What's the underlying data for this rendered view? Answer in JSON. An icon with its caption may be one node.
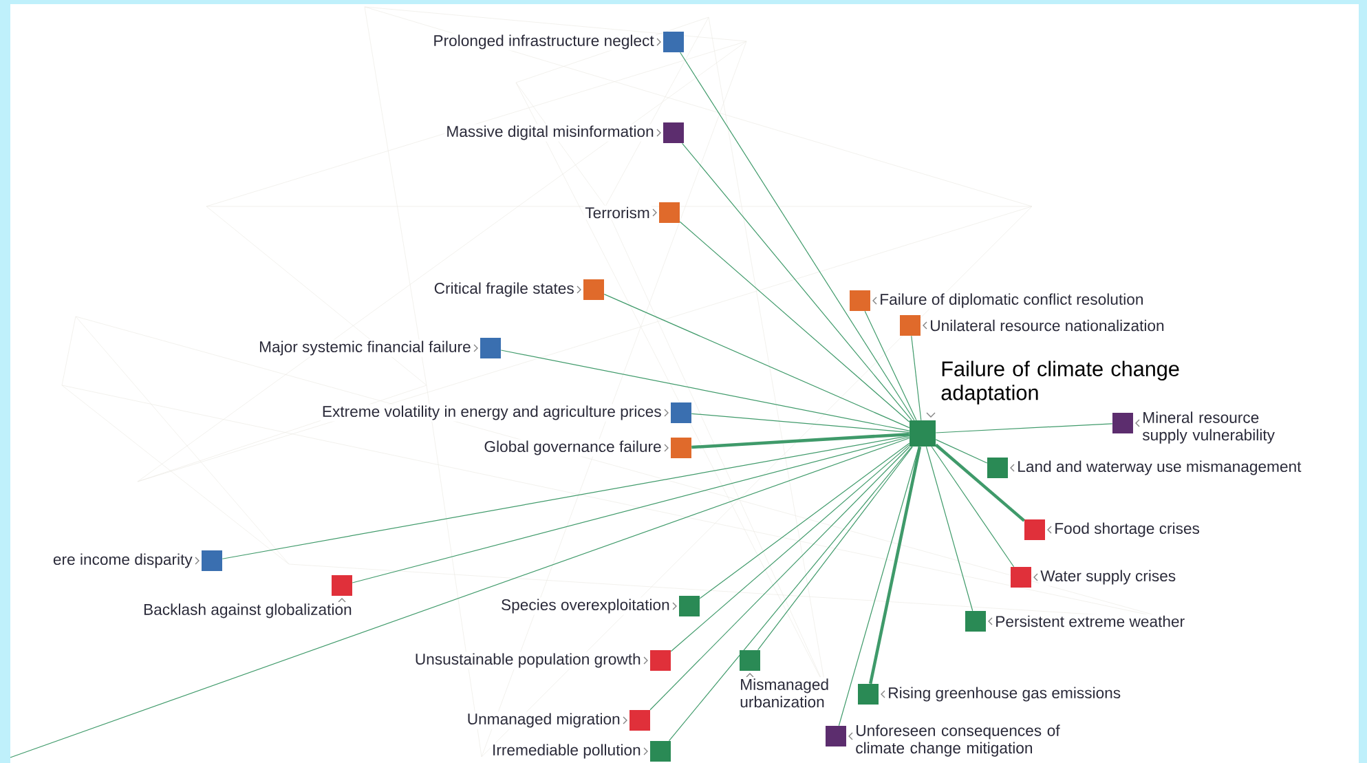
{
  "diagram": {
    "nodes": [
      {
        "text": [
          "Failure of climate change adaptation"
        ]
      },
      {
        "text": [
          "Prolonged infrastructure neglect"
        ]
      },
      {
        "text": [
          "Massive digital misinformation"
        ]
      },
      {
        "text": [
          "Terrorism"
        ]
      },
      {
        "text": [
          "Critical fragile states"
        ]
      },
      {
        "text": [
          "Failure of diplomatic conflict resolution"
        ]
      },
      {
        "text": [
          "Unilateral resource nationalization"
        ]
      },
      {
        "text": [
          "Major systemic financial failure"
        ]
      },
      {
        "text": [
          "Mineral resource supply vulnerability"
        ]
      },
      {
        "text": [
          "Global governance failure"
        ]
      },
      {
        "text": [
          "Land and waterway use mismanagement"
        ]
      },
      {
        "text": [
          "Extreme volatility in energy and agriculture prices"
        ]
      },
      {
        "text": [
          "Food shortage crises"
        ]
      },
      {
        "text": [
          "ere income disparity"
        ]
      },
      {
        "text": [
          "Backlash against globalization"
        ]
      },
      {
        "text": [
          "Water supply crises"
        ]
      },
      {
        "text": [
          "Species overexploitation"
        ]
      },
      {
        "text": [
          "Persistent extreme weather"
        ]
      },
      {
        "text": [
          "Unsustainable population growth"
        ]
      },
      {
        "text": [
          "Rising greenhouse gas emissions"
        ]
      },
      {
        "text": [
          "Mismanaged urbanization"
        ]
      },
      {
        "text": [
          "Unmanaged migration"
        ]
      },
      {
        "text": [
          "Unforeseen consequences of climate change mitigation"
        ]
      },
      {
        "text": [
          "Irremediable pollution"
        ]
      }
    ],
    "edges": [
      {
        "from": 0,
        "to": 1,
        "arrow": "none"
      },
      {
        "from": 0,
        "to": 2,
        "arrow": "none"
      },
      {
        "from": 0,
        "to": 3,
        "arrow": "none"
      },
      {
        "from": 0,
        "to": 4,
        "arrow": "none"
      },
      {
        "from": 0,
        "to": 5,
        "arrow": "none"
      },
      {
        "from": 0,
        "to": 6,
        "arrow": "none"
      },
      {
        "from": 0,
        "to": 7,
        "arrow": "none"
      },
      {
        "from": 0,
        "to": 8,
        "arrow": "none"
      },
      {
        "from": 0,
        "to": 9,
        "arrow": "none",
        "style": "thick"
      },
      {
        "from": 0,
        "to": 10,
        "arrow": "none"
      },
      {
        "from": 0,
        "to": 11,
        "arrow": "none"
      },
      {
        "from": 0,
        "to": 12,
        "arrow": "none",
        "style": "thick"
      },
      {
        "from": 0,
        "to": 13,
        "arrow": "none"
      },
      {
        "from": 0,
        "to": 14,
        "arrow": "none"
      },
      {
        "from": 0,
        "to": 15,
        "arrow": "none"
      },
      {
        "from": 0,
        "to": 16,
        "arrow": "none"
      },
      {
        "from": 0,
        "to": 17,
        "arrow": "none"
      },
      {
        "from": 0,
        "to": 18,
        "arrow": "none"
      },
      {
        "from": 0,
        "to": 19,
        "arrow": "none",
        "style": "thick"
      },
      {
        "from": 0,
        "to": 20,
        "arrow": "none"
      },
      {
        "from": 0,
        "to": 21,
        "arrow": "none"
      },
      {
        "from": 0,
        "to": 22,
        "arrow": "none"
      },
      {
        "from": 0,
        "to": 23,
        "arrow": "none"
      },
      {
        "from": 0,
        "to": null,
        "arrow": "none"
      }
    ]
  }
}
